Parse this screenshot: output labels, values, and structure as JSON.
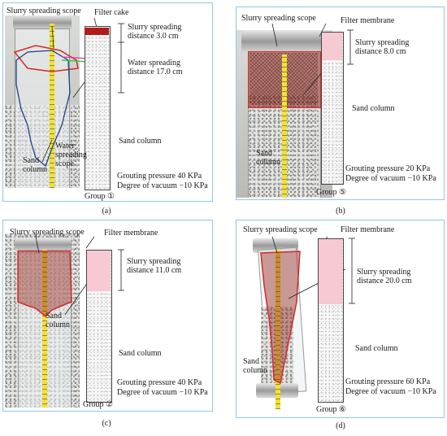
{
  "panels": {
    "a": {
      "caption": "(a)",
      "labels": {
        "slurry_scope": "Slurry spreading scope",
        "filter_cake": "Filter cake",
        "slurry_distance": "Slurry spreading distance 3.0 cm",
        "water_distance": "Water spreading distance 17.0 cm",
        "water_scope": "Water spreading scope",
        "sand_column_photo": "Sand column",
        "sand_column_diagram": "Sand column",
        "pressure": "Grouting pressure 40 KPa",
        "vacuum": "Degree of vacuum −10 KPa",
        "group": "Group ①"
      }
    },
    "b": {
      "caption": "(b)",
      "labels": {
        "slurry_scope": "Slurry spreading scope",
        "filter": "Filter membrane",
        "slurry_distance": "Slurry spreading distance 8.0 cm",
        "sand_column_photo": "Sand column",
        "sand_column_diagram": "Sand column",
        "pressure": "Grouting pressure 20 KPa",
        "vacuum": "Degree of vacuum −10 KPa",
        "group": "Group ⑤"
      }
    },
    "c": {
      "caption": "(c)",
      "labels": {
        "slurry_scope": "Slurry spreading scope",
        "filter": "Filter membrane",
        "slurry_distance": "Slurry spreading distance 11.0 cm",
        "sand_column_photo": "Sand column",
        "sand_column_diagram": "Sand column",
        "pressure": "Grouting pressure 40 KPa",
        "vacuum": "Degree of vacuum −10 KPa",
        "group": "Group ②"
      }
    },
    "d": {
      "caption": "(d)",
      "labels": {
        "slurry_scope": "Slurry spreading scope",
        "filter": "Filter membrane",
        "slurry_distance": "Slurry spreading distance 20.0 cm",
        "sand_column_photo": "Sand column",
        "sand_column_diagram": "Sand column",
        "pressure": "Grouting pressure 60 KPa",
        "vacuum": "Degree of vacuum −10 KPa",
        "group": "Group ⑥"
      }
    }
  },
  "colors": {
    "panel_border": "#8ec8e8",
    "slurry_outline": "#d42a2a",
    "filter_membrane": "#f6c9d3",
    "filter_cake": "#b01c1c",
    "water_outline": "#1f3f8a"
  }
}
